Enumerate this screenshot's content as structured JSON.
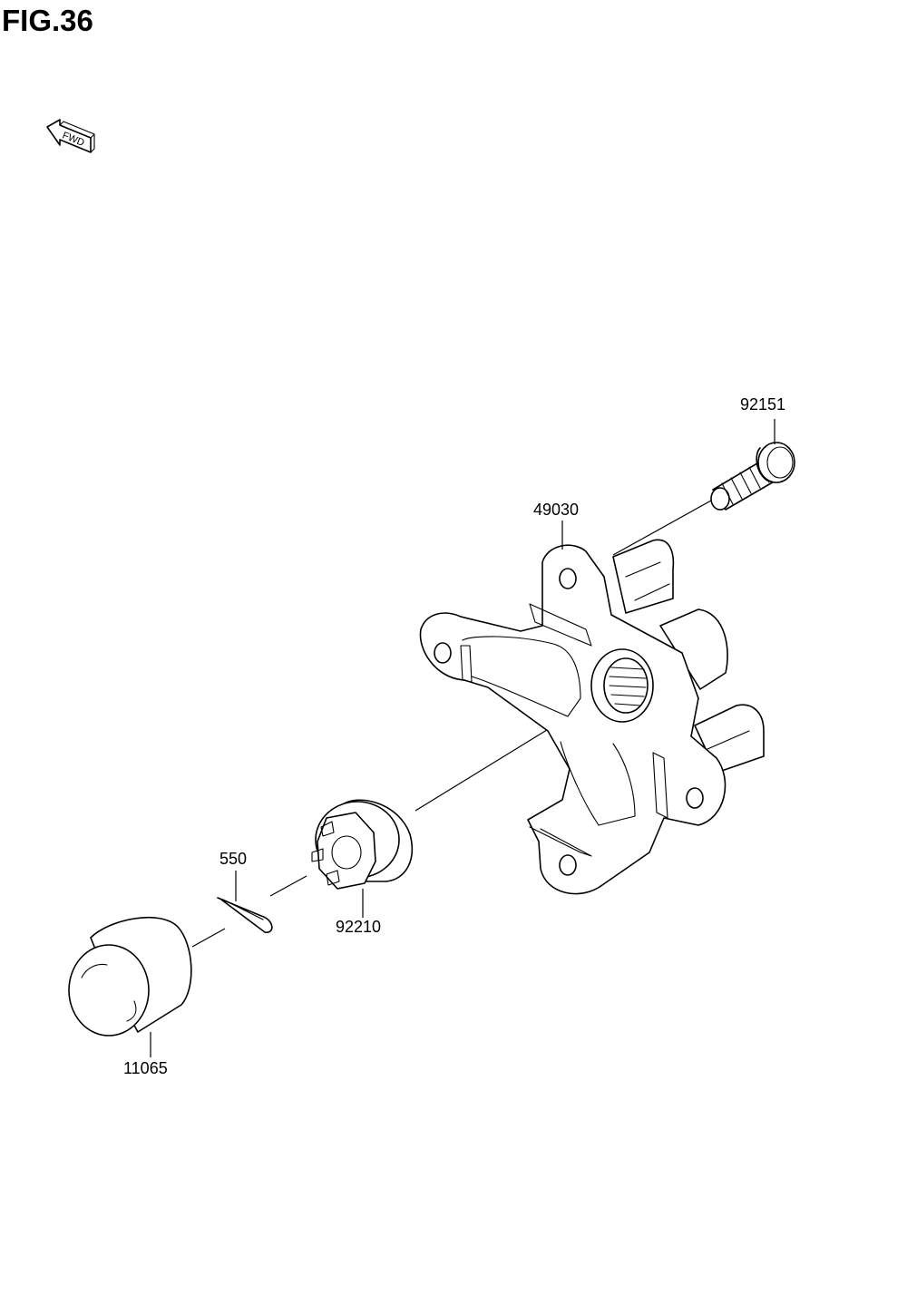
{
  "figure": {
    "title": "FIG.36"
  },
  "fwd_arrow": {
    "icon": "fwd-arrow-icon",
    "text": "FWD"
  },
  "parts": [
    {
      "id": "p92151",
      "part_number": "92151"
    },
    {
      "id": "p49030",
      "part_number": "49030"
    },
    {
      "id": "p550",
      "part_number": "550"
    },
    {
      "id": "p92210",
      "part_number": "92210"
    },
    {
      "id": "p11065",
      "part_number": "11065"
    }
  ]
}
